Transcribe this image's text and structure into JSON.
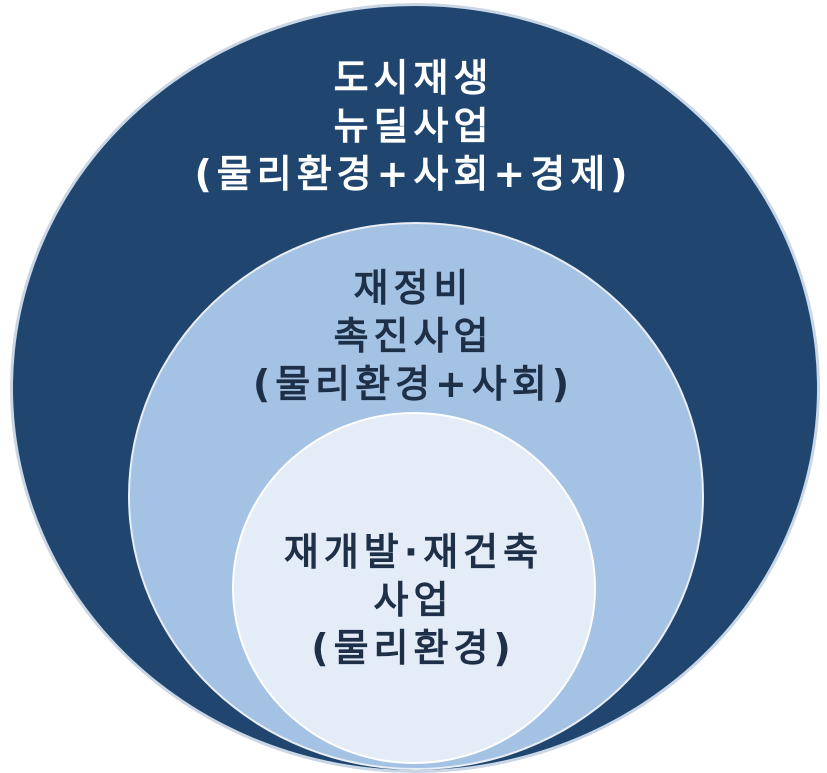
{
  "colors": {
    "outer_fill": "#20466f",
    "middle_fill": "#a4c2e4",
    "inner_fill": "#e3ecf7",
    "outer_text": "#ffffff",
    "inner_text": "#1e2f48"
  },
  "outer": {
    "line1": "도시재생",
    "line2": "뉴딜사업",
    "line3": "(물리환경+사회+경제)"
  },
  "middle": {
    "line1": "재정비",
    "line2": "촉진사업",
    "line3": "(물리환경+사회)"
  },
  "inner": {
    "line1": "재개발·재건축",
    "line2": "사업",
    "line3": "(물리환경)"
  }
}
